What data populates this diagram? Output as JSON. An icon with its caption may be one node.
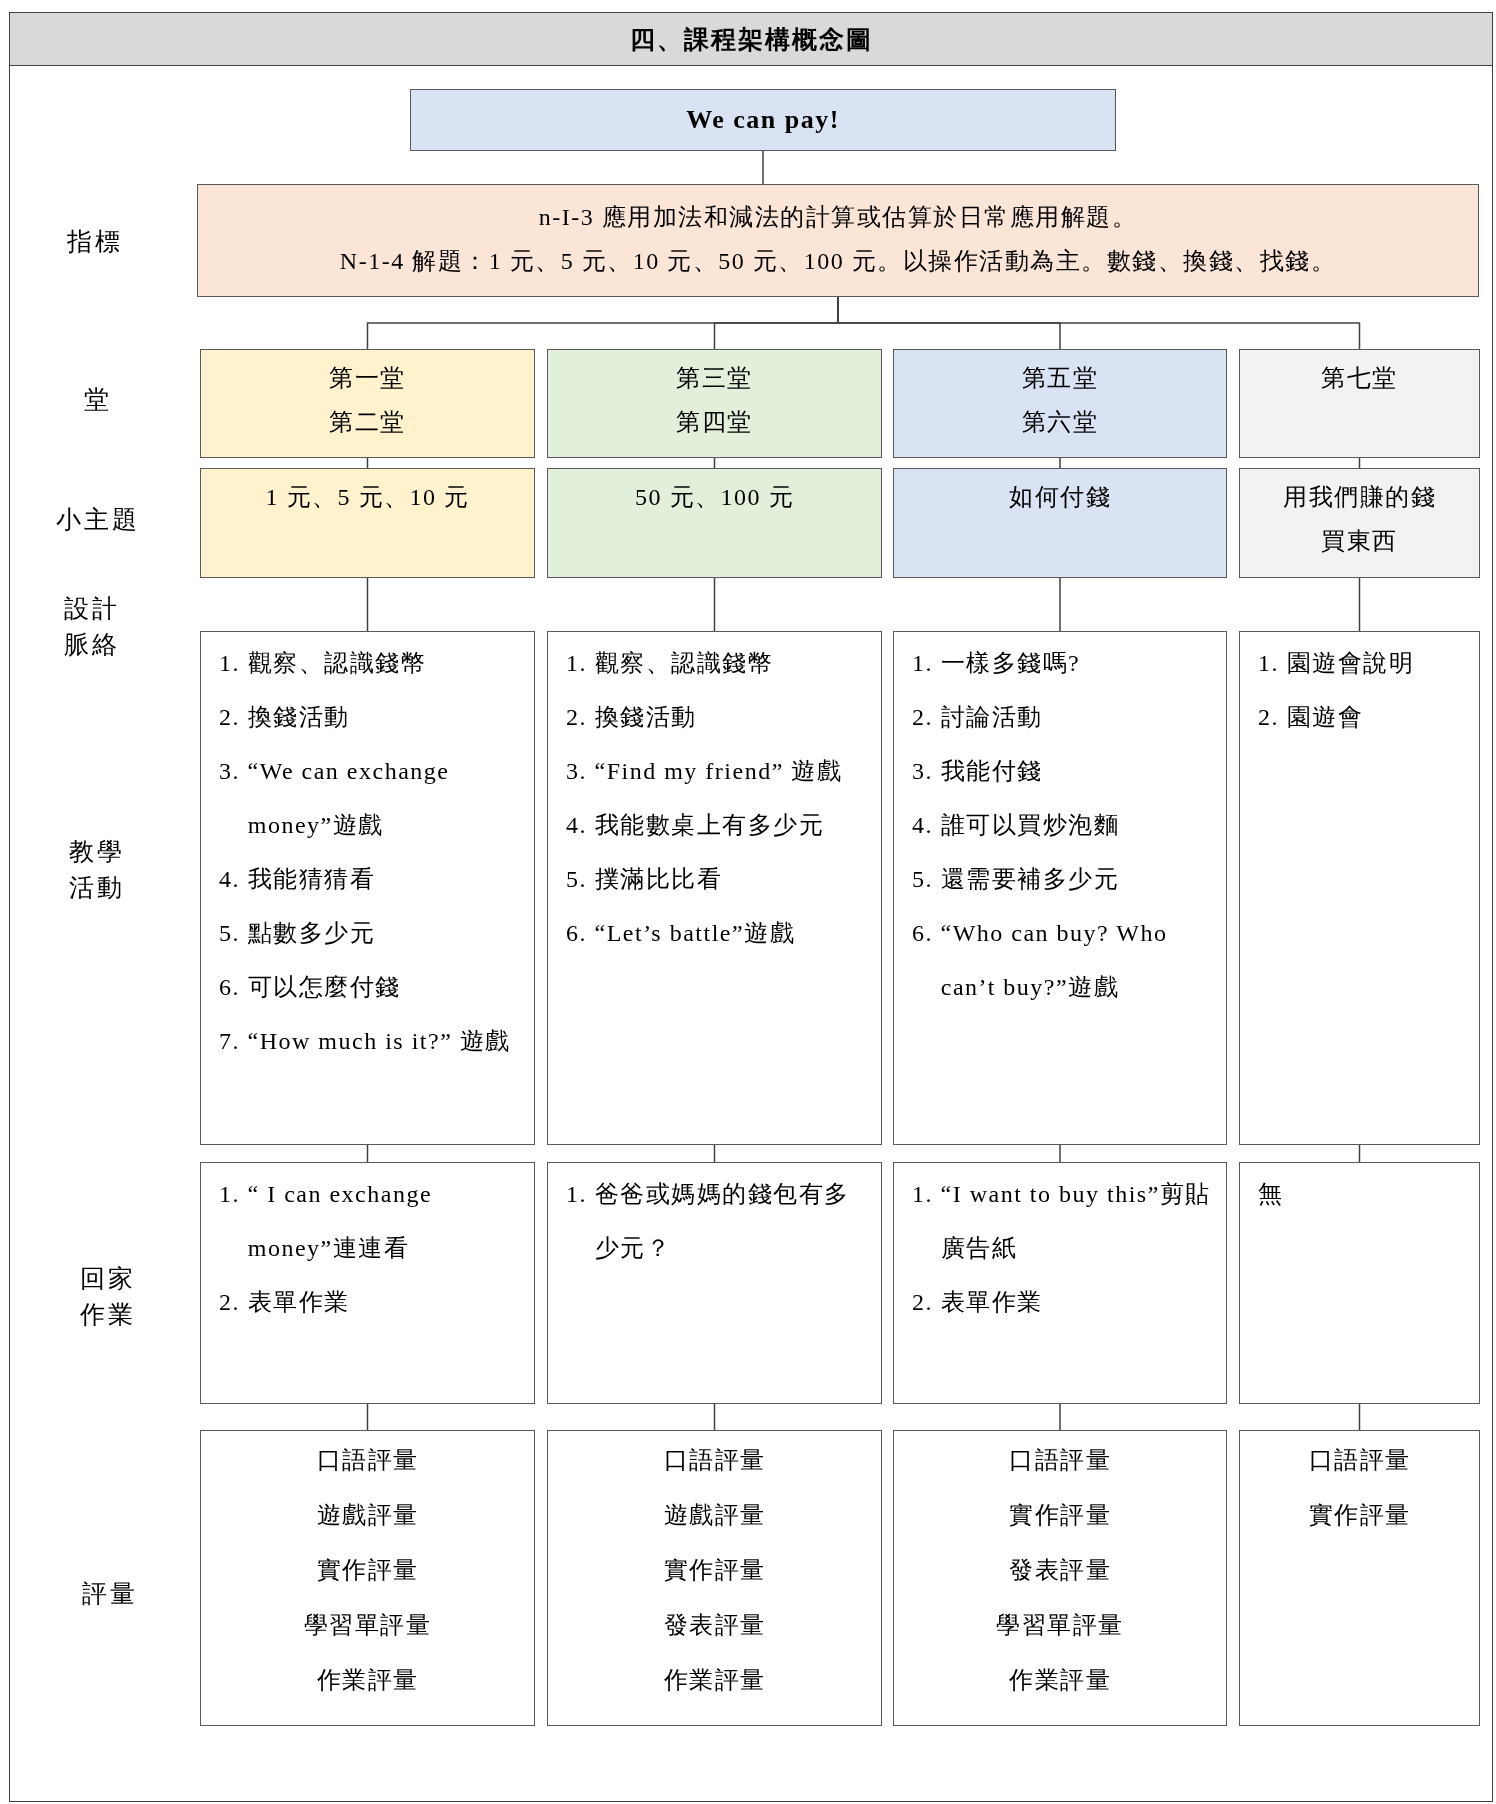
{
  "diagram": {
    "title": "四、課程架構概念圖",
    "nodes": [
      {
        "text": [
          "We can pay!"
        ]
      },
      {
        "text": [
          "n-I-3  應用加法和減法的計算或估算於日常應用解題。",
          "N-1-4  解題：1 元、5 元、10 元、50 元、100 元。以操作活動為主。數錢、換錢、找錢。"
        ]
      },
      {
        "text": [
          "第一堂",
          "第二堂"
        ]
      },
      {
        "text": [
          "第三堂",
          "第四堂"
        ]
      },
      {
        "text": [
          "第五堂",
          "第六堂"
        ]
      },
      {
        "text": [
          "第七堂"
        ]
      },
      {
        "text": [
          "1 元、5 元、10 元"
        ]
      },
      {
        "text": [
          "50 元、100 元"
        ]
      },
      {
        "text": [
          "如何付錢"
        ]
      },
      {
        "text": [
          "用我們賺的錢買東西"
        ]
      },
      {
        "text": [
          "1.  觀察、認識錢幣",
          "2.  換錢活動",
          "3. “We can exchange money”遊戲",
          "4.  我能猜猜看",
          "5.  點數多少元",
          "6.  可以怎麼付錢",
          "7. “How much is it?” 遊戲"
        ]
      },
      {
        "text": [
          "1.  觀察、認識錢幣",
          "2.  換錢活動",
          "3. “Find my friend” 遊戲",
          "4.  我能數桌上有多少元",
          "5.  撲滿比比看",
          "6. “Let’s battle”遊戲"
        ]
      },
      {
        "text": [
          "1.  一樣多錢嗎?",
          "2.  討論活動",
          "3.  我能付錢",
          "4.  誰可以買炒泡麵",
          "5.  還需要補多少元",
          "6. “Who can buy? Who can’t buy?”遊戲"
        ]
      },
      {
        "text": [
          "1.  園遊會說明",
          "2.  園遊會"
        ]
      },
      {
        "text": [
          "1. “ I can exchange money”連連看",
          "2. 表單作業"
        ]
      },
      {
        "text": [
          "1.  爸爸或媽媽的錢包有多少元？"
        ]
      },
      {
        "text": [
          "1.    “I want to buy this”剪貼廣告紙",
          "2. 表單作業"
        ]
      },
      {
        "text": [
          "無"
        ]
      },
      {
        "text": [
          "口語評量",
          "遊戲評量",
          "實作評量",
          "學習單評量",
          "作業評量"
        ]
      },
      {
        "text": [
          "口語評量",
          "遊戲評量",
          "實作評量",
          "發表評量",
          "作業評量"
        ]
      },
      {
        "text": [
          "口語評量",
          "實作評量",
          "發表評量",
          "學習單評量",
          "作業評量"
        ]
      },
      {
        "text": [
          "口語評量",
          "實作評量"
        ]
      }
    ],
    "edges": [
      {
        "from": 0,
        "to": 1,
        "arrow": "none"
      },
      {
        "from": 1,
        "to": 2,
        "arrow": "none"
      },
      {
        "from": 1,
        "to": 3,
        "arrow": "none"
      },
      {
        "from": 1,
        "to": 4,
        "arrow": "none"
      },
      {
        "from": 1,
        "to": 5,
        "arrow": "none"
      },
      {
        "from": 2,
        "to": 6,
        "arrow": "none"
      },
      {
        "from": 3,
        "to": 7,
        "arrow": "none"
      },
      {
        "from": 4,
        "to": 8,
        "arrow": "none"
      },
      {
        "from": 5,
        "to": 9,
        "arrow": "none"
      },
      {
        "from": 6,
        "to": 10,
        "arrow": "none"
      },
      {
        "from": 7,
        "to": 11,
        "arrow": "none"
      },
      {
        "from": 8,
        "to": 12,
        "arrow": "none"
      },
      {
        "from": 9,
        "to": 13,
        "arrow": "none"
      },
      {
        "from": 10,
        "to": 14,
        "arrow": "none"
      },
      {
        "from": 11,
        "to": 15,
        "arrow": "none"
      },
      {
        "from": 12,
        "to": 16,
        "arrow": "none"
      },
      {
        "from": 13,
        "to": 17,
        "arrow": "none"
      },
      {
        "from": 14,
        "to": 18,
        "arrow": "none"
      },
      {
        "from": 15,
        "to": 19,
        "arrow": "none"
      },
      {
        "from": 16,
        "to": 20,
        "arrow": "none"
      },
      {
        "from": 17,
        "to": 21,
        "arrow": "none"
      }
    ],
    "labels": [
      "指標",
      "堂",
      "小主題",
      "設計脈絡",
      "教學活動",
      "回家作業",
      "評量"
    ]
  }
}
